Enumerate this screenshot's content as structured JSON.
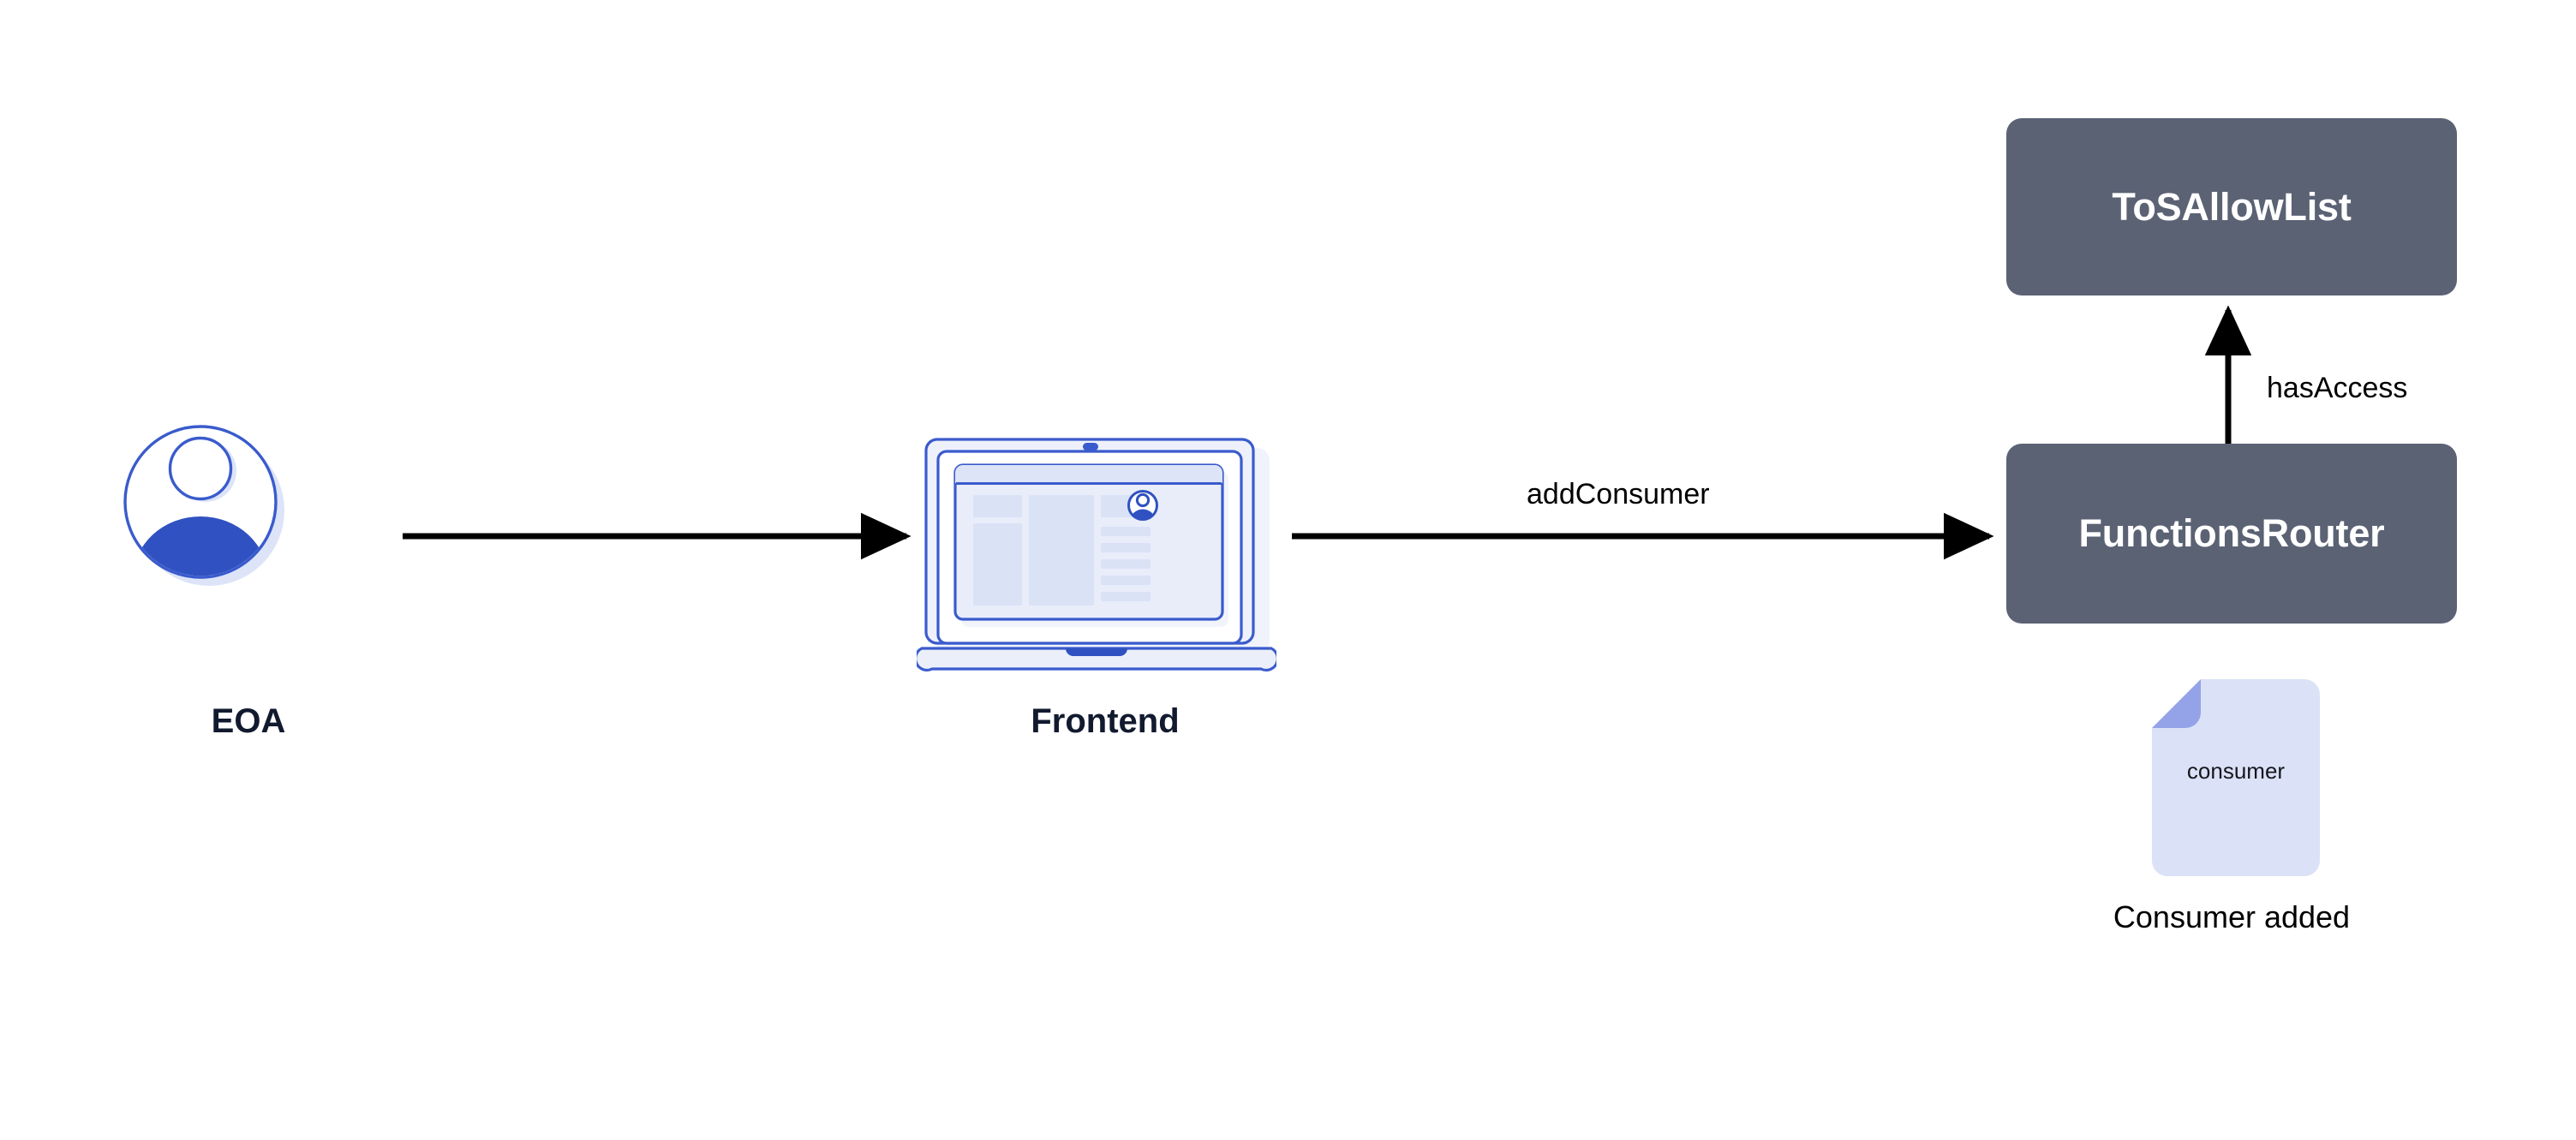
{
  "diagram": {
    "title_text": "",
    "background": "#ffffff",
    "colors": {
      "node_fill": "#5B6274",
      "node_text": "#ffffff",
      "accent_blue": "#3A5BCD",
      "light_blue": "#DBE2F7",
      "fold_blue": "#94A3E8",
      "screen_bg": "#E9EDFA",
      "screen_block": "#DAE2F6",
      "arrow_black": "#000000",
      "caption_dark": "#111A2E"
    },
    "nodes": [
      {
        "id": "eoa",
        "kind": "actor-avatar-icon",
        "label": "EOA",
        "icon_name": "user-avatar-icon"
      },
      {
        "id": "frontend",
        "kind": "laptop-icon",
        "label": "Frontend",
        "icon_name": "laptop-icon"
      },
      {
        "id": "tosallowlist",
        "kind": "contract-box",
        "label": "ToSAllowList"
      },
      {
        "id": "functionsrouter",
        "kind": "contract-box",
        "label": "FunctionsRouter"
      },
      {
        "id": "consumer-doc",
        "kind": "document-icon",
        "label": "consumer",
        "caption": "Consumer added",
        "icon_name": "document-icon"
      }
    ],
    "edges": [
      {
        "id": "eoa-to-frontend",
        "from": "eoa",
        "to": "frontend",
        "label": "",
        "direction": "right"
      },
      {
        "id": "frontend-to-router",
        "from": "frontend",
        "to": "functionsrouter",
        "label": "addConsumer",
        "direction": "right"
      },
      {
        "id": "router-to-tosallowlist",
        "from": "functionsrouter",
        "to": "tosallowlist",
        "label": "hasAccess",
        "direction": "up"
      }
    ]
  }
}
